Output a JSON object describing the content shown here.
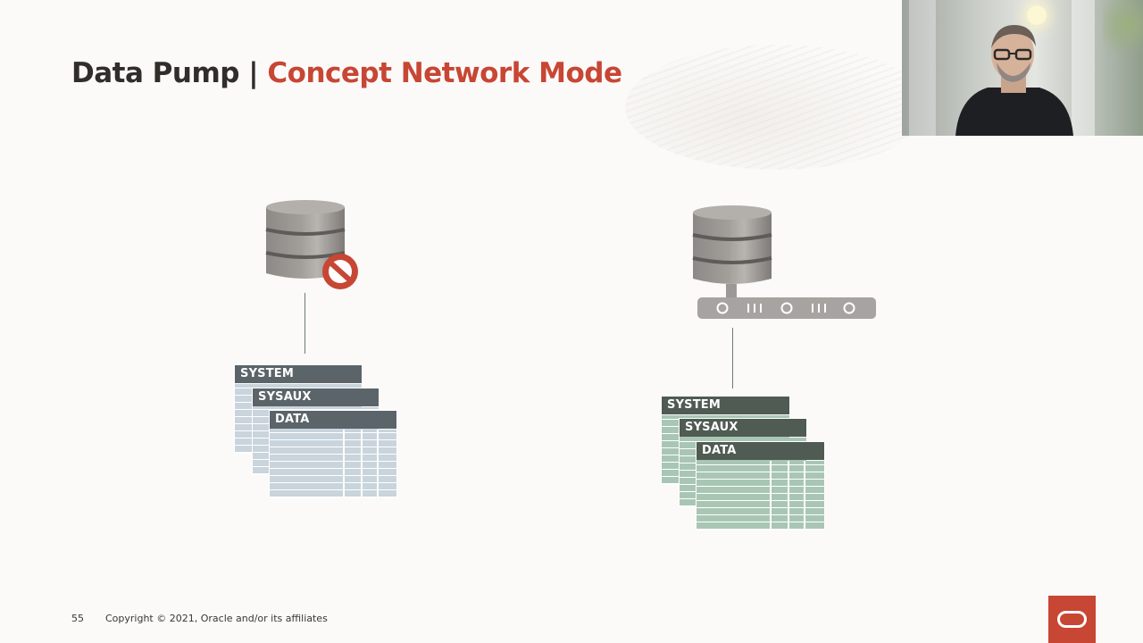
{
  "slide": {
    "title_part1": "Data Pump",
    "title_separator": "|",
    "title_part2": "Concept Network Mode",
    "slide_number": "55",
    "copyright": "Copyright © 2021, Oracle and/or its affiliates",
    "colors": {
      "accent": "#c74634",
      "title": "#312d2a",
      "gray_header": "#5b6469",
      "gray_rows": "#c9d4dc",
      "green_header": "#4f5b53",
      "green_rows": "#a9c6b4"
    }
  },
  "source": {
    "icon": "database-icon",
    "badge": "no-entry-icon",
    "tablespaces": [
      "SYSTEM",
      "SYSAUX",
      "DATA"
    ]
  },
  "target": {
    "icon": "database-server-icon",
    "tablespaces": [
      "SYSTEM",
      "SYSAUX",
      "DATA"
    ]
  },
  "presenter_video": {
    "icon": "presenter-video-icon"
  },
  "logo": {
    "icon": "oracle-logo-icon"
  }
}
